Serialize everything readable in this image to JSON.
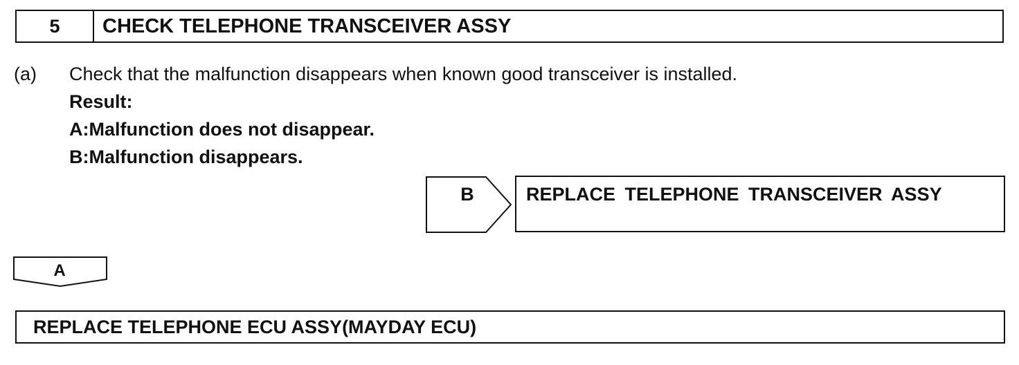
{
  "step": {
    "number": "5",
    "title": "CHECK TELEPHONE TRANSCEIVER ASSY"
  },
  "instruction": {
    "marker": "(a)",
    "text": "Check that the malfunction disappears when known good transceiver is installed.",
    "result_label": "Result:",
    "results": [
      "A:Malfunction does not disappear.",
      "B:Malfunction disappears."
    ]
  },
  "branches": {
    "b": {
      "label": "B",
      "action": "REPLACE TELEPHONE TRANSCEIVER ASSY"
    },
    "a": {
      "label": "A",
      "action": "REPLACE TELEPHONE ECU ASSY(MAYDAY ECU)"
    }
  }
}
